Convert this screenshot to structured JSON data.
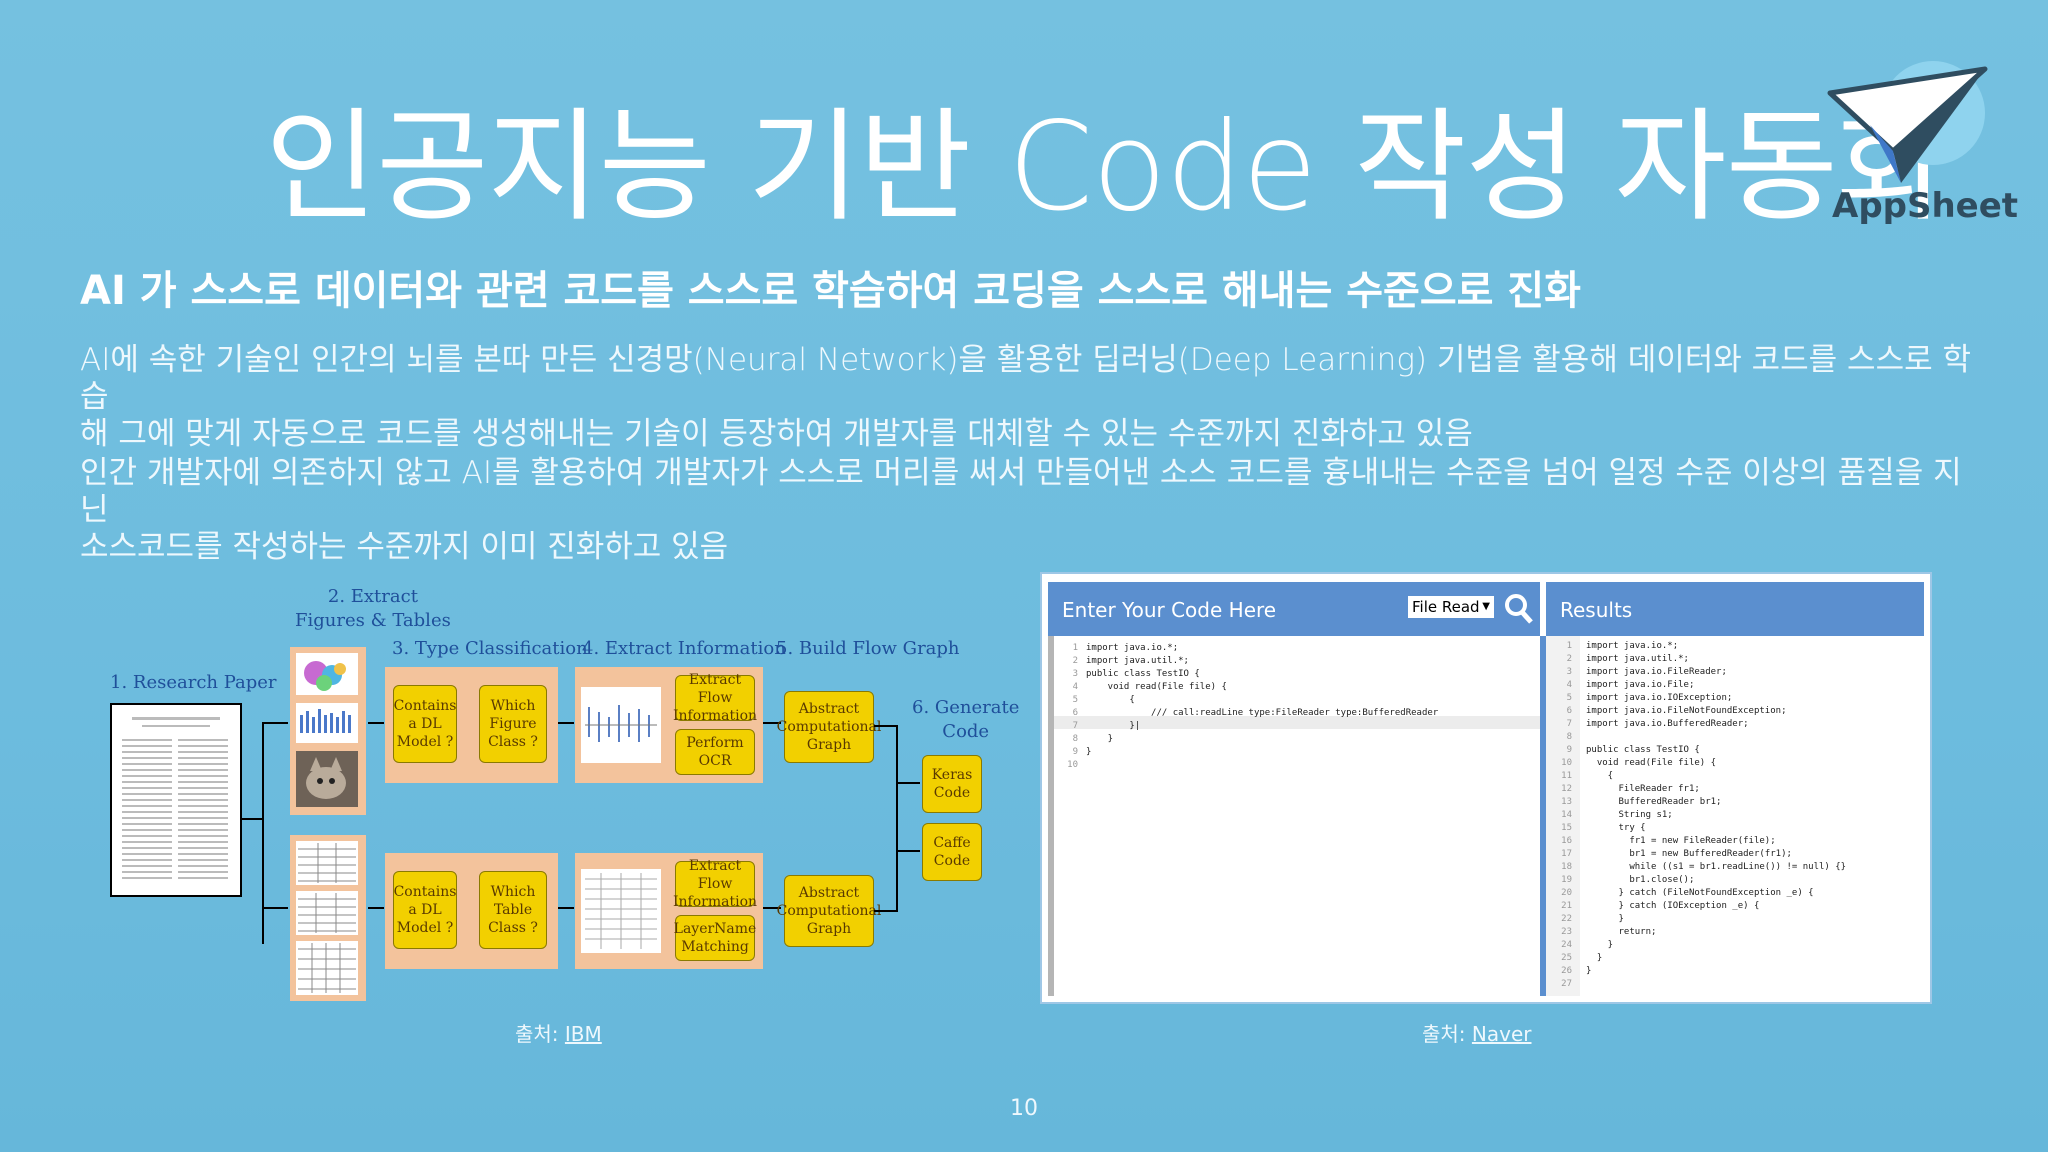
{
  "slide": {
    "title": "인공지능 기반 Code 작성 자동화",
    "subtitle": "AI 가 스스로 데이터와 관련 코드를 스스로 학습하여 코딩을 스스로 해내는 수준으로 진화",
    "paragraph1_line1": "AI에 속한 기술인 인간의 뇌를 본따 만든 신경망(Neural Network)을 활용한 딥러닝(Deep Learning) 기법을 활용해 데이터와 코드를 스스로 학습",
    "paragraph1_line2": "해 그에 맞게 자동으로 코드를 생성해내는 기술이 등장하여 개발자를 대체할 수 있는 수준까지 진화하고 있음",
    "paragraph2_line1": "인간 개발자에 의존하지 않고 AI를 활용하여 개발자가 스스로 머리를 써서 만들어낸 소스 코드를 흉내내는 수준을 넘어 일정 수준 이상의 품질을 지닌",
    "paragraph2_line2": "소스코드를 작성하는 수준까지 이미 진화하고 있음",
    "page_number": "10"
  },
  "logo": {
    "text": "AppSheet",
    "icon": "paper-plane-icon"
  },
  "diagram": {
    "step1": "1. Research Paper",
    "step2_line1": "2. Extract",
    "step2_line2": "Figures & Tables",
    "step3": "3. Type Classification",
    "step4": "4. Extract Information",
    "step5": "5. Build Flow Graph",
    "step6_line1": "6. Generate",
    "step6_line2": "Code",
    "top_contains": "Contains a DL Model ?",
    "top_which": "Which Figure Class ?",
    "top_extract": "Extract Flow Information",
    "top_ocr": "Perform OCR",
    "top_abstract": "Abstract Computational Graph",
    "bottom_contains": "Contains a DL Model ?",
    "bottom_which": "Which Table Class ?",
    "bottom_extract": "Extract Flow Information",
    "bottom_layer": "LayerName Matching",
    "bottom_abstract": "Abstract Computational Graph",
    "keras": "Keras Code",
    "caffe": "Caffe Code",
    "source_prefix": "출처: ",
    "source_link": "IBM"
  },
  "code_panel": {
    "input_title": "Enter Your Code Here",
    "dropdown_value": "File Read",
    "results_title": "Results",
    "input_code": "import java.io.*;\nimport java.util.*;\npublic class TestIO {\n    void read(File file) {\n        {\n            /// call:readLine type:FileReader type:BufferedReader\n        }|\n    }\n}\n",
    "input_lines": "1\n2\n3\n4\n5\n6\n7\n8\n9\n10",
    "result_code": "import java.io.*;\nimport java.util.*;\nimport java.io.FileReader;\nimport java.io.File;\nimport java.io.IOException;\nimport java.io.FileNotFoundException;\nimport java.io.BufferedReader;\n\npublic class TestIO {\n  void read(File file) {\n    {\n      FileReader fr1;\n      BufferedReader br1;\n      String s1;\n      try {\n        fr1 = new FileReader(file);\n        br1 = new BufferedReader(fr1);\n        while ((s1 = br1.readLine()) != null) {}\n        br1.close();\n      } catch (FileNotFoundException _e) {\n      } catch (IOException _e) {\n      }\n      return;\n    }\n  }\n}\n",
    "result_lines": "1\n2\n3\n4\n5\n6\n7\n8\n9\n10\n11\n12\n13\n14\n15\n16\n17\n18\n19\n20\n21\n22\n23\n24\n25\n26\n27",
    "source_prefix": "출처: ",
    "source_link": "Naver"
  }
}
